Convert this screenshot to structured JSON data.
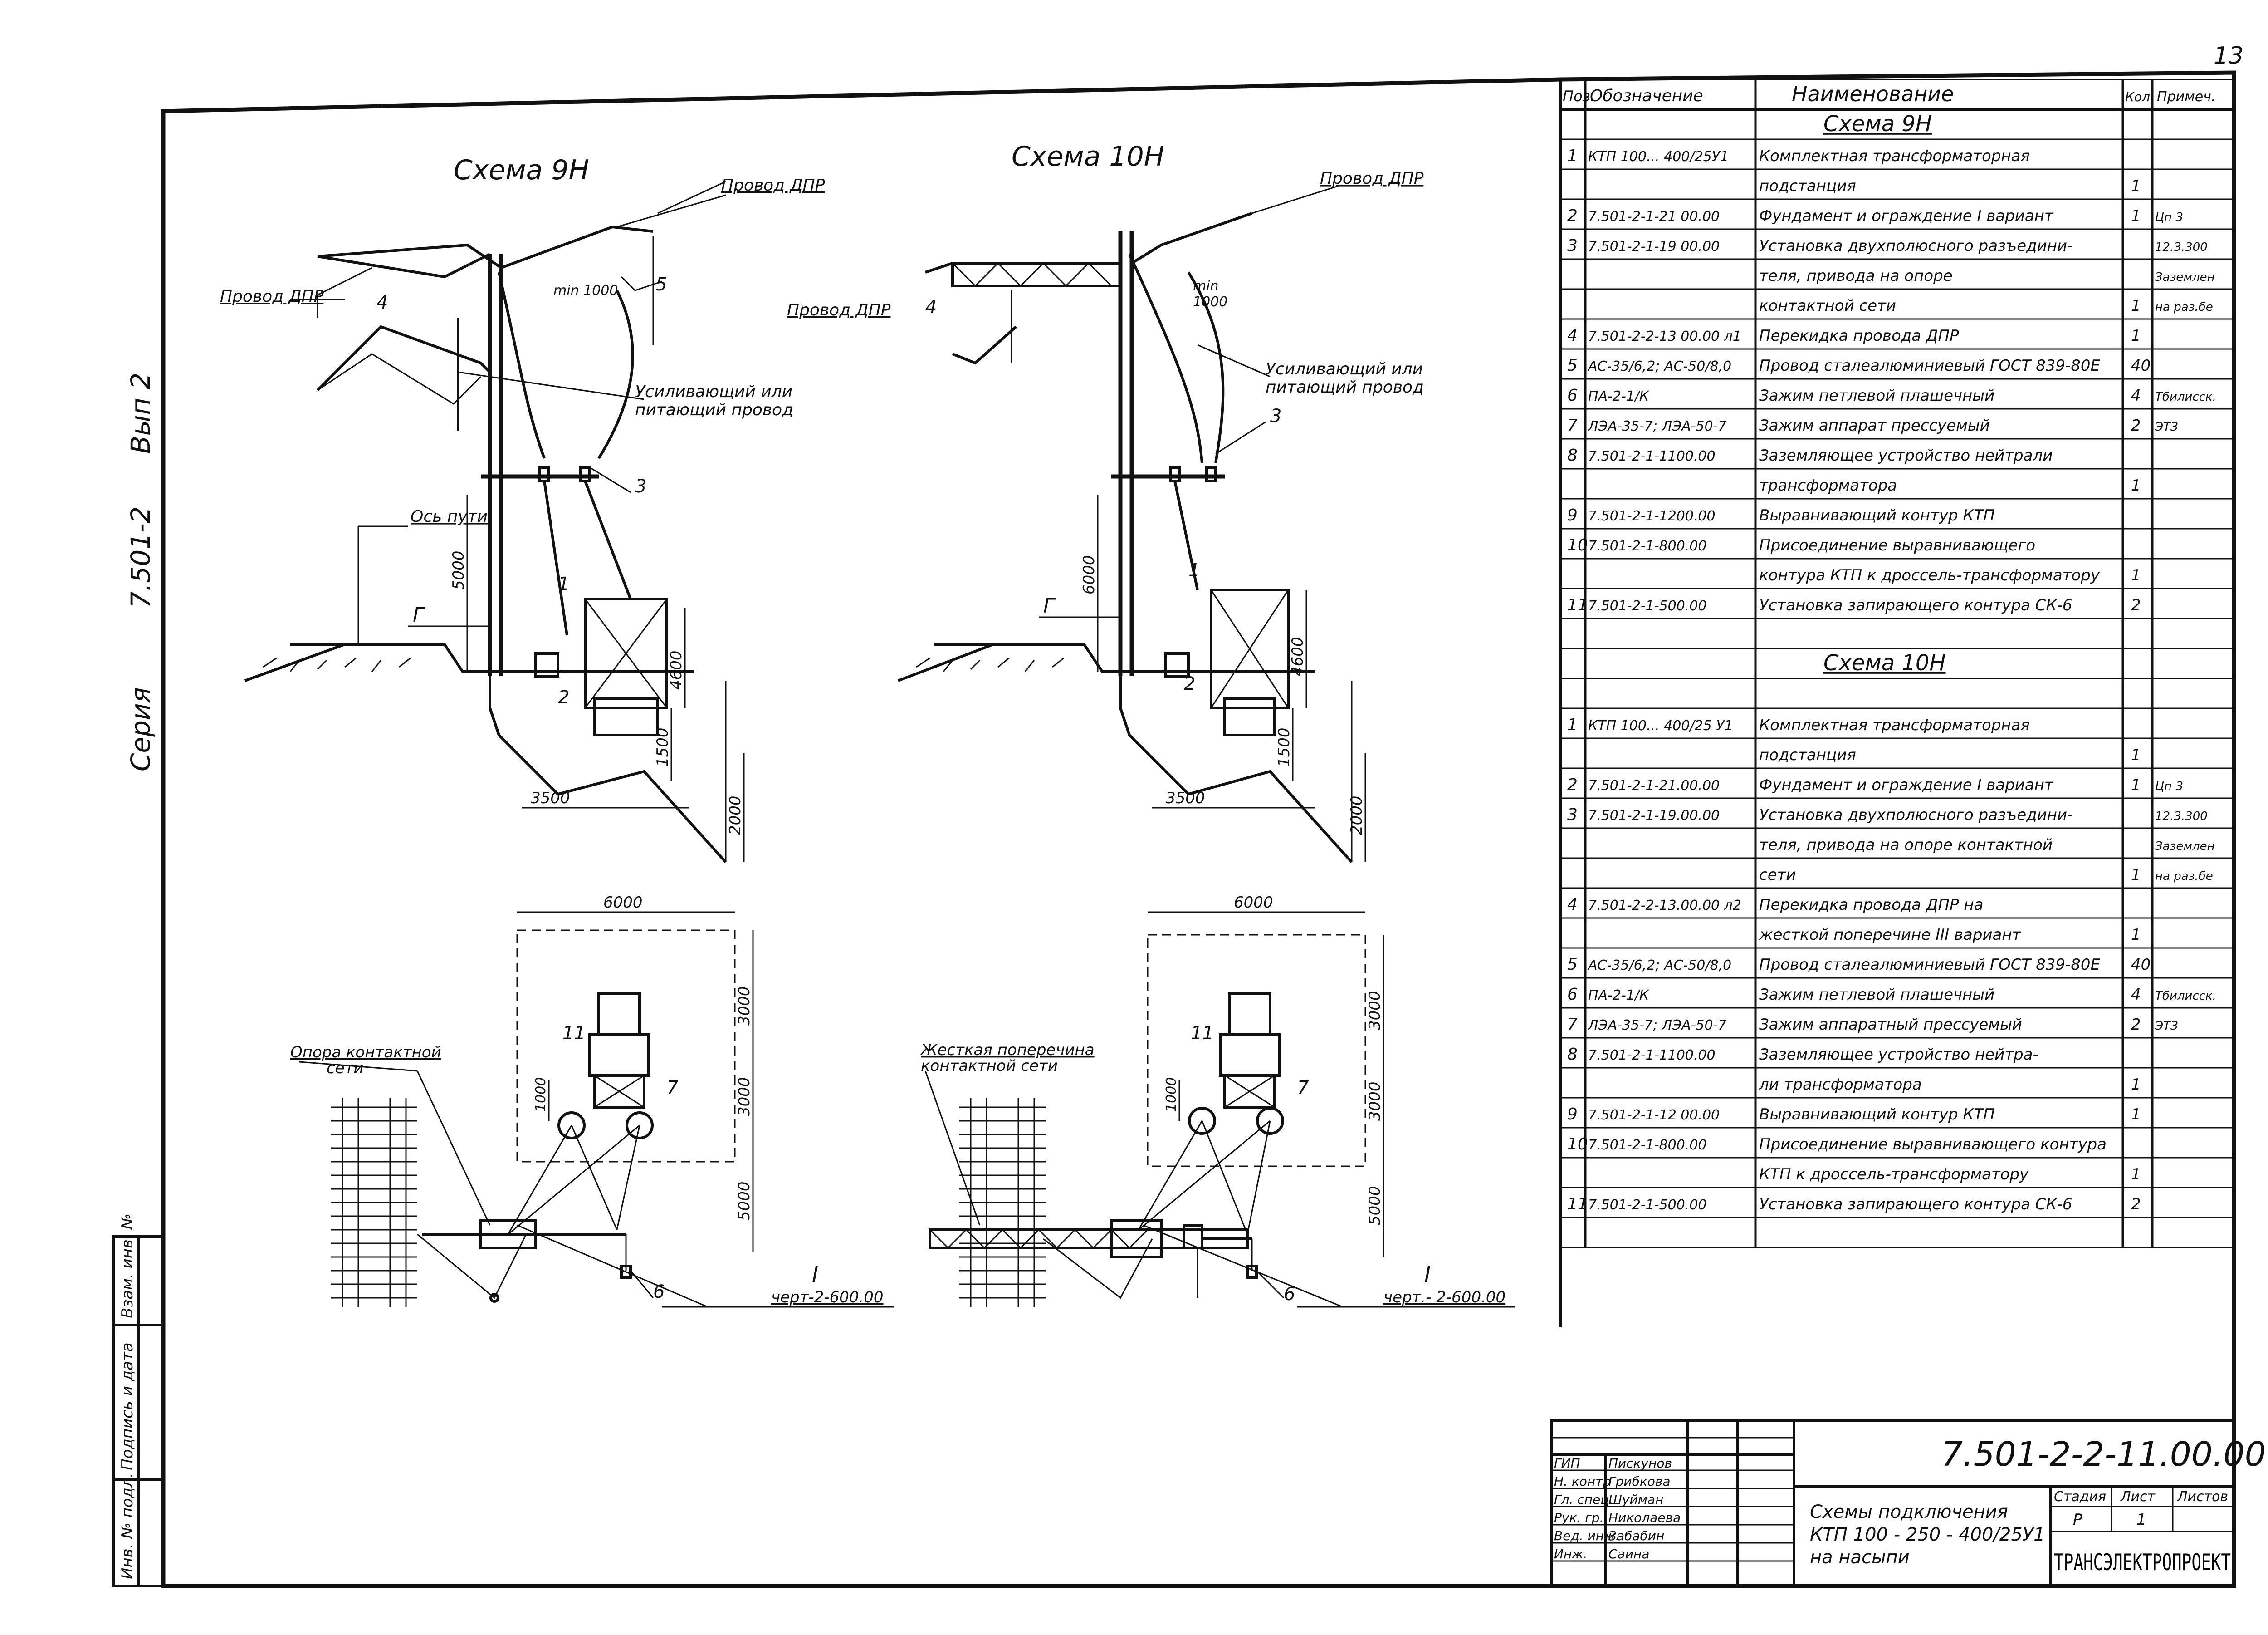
{
  "page_number": "13",
  "series_stamp": {
    "series_label": "Серия",
    "series_value": "7.501-2",
    "issue_label": "Вып 2"
  },
  "schemes": {
    "s9": {
      "title": "Схема 9Н",
      "wire_dpr_left": "Провод ДПР",
      "wire_dpr_right": "Провод ДПР",
      "feeder_label_1": "Усиливающий или",
      "feeder_label_2": "питающий провод",
      "track_axis": "Ось пути",
      "r_label": "Г",
      "dim_5000": "5000",
      "dim_4600": "4600",
      "dim_1500": "1500",
      "dim_2000": "2000",
      "dim_3500": "3500",
      "min_label": "min 1000",
      "callouts": [
        "1",
        "2",
        "3",
        "4",
        "5"
      ],
      "plan_width": "6000",
      "plan_dim_3000a": "3000",
      "plan_dim_3000b": "3000",
      "plan_dim_5000": "5000",
      "plan_dim_1000": "1000",
      "plan_callouts": [
        "11",
        "7",
        "6"
      ],
      "support_label_1": "Опора контактной",
      "support_label_2": "сети",
      "ref_roman": "I",
      "ref_drawing": "черт-2-600.00"
    },
    "s10": {
      "title": "Схема 10Н",
      "wire_dpr_left": "Провод ДПР",
      "wire_dpr_right": "Провод ДПР",
      "feeder_label_1": "Усиливающий или",
      "feeder_label_2": "питающий провод",
      "min_label_1": "min",
      "min_label_2": "1000",
      "dim_6000": "6000",
      "dim_4600": "4600",
      "dim_1500": "1500",
      "dim_2000": "2000",
      "dim_3500": "3500",
      "r_label": "Г",
      "callouts": [
        "1",
        "2",
        "3",
        "4"
      ],
      "plan_width": "6000",
      "plan_dim_3000a": "3000",
      "plan_dim_3000b": "3000",
      "plan_dim_5000": "5000",
      "plan_dim_1000": "1000",
      "plan_callouts": [
        "11",
        "7",
        "6"
      ],
      "crossbar_label_1": "Жесткая поперечина",
      "crossbar_label_2": "контактной сети",
      "ref_roman": "I",
      "ref_drawing": "черт.- 2-600.00"
    }
  },
  "spec_table": {
    "headers": {
      "pos": "Поз.",
      "code": "Обозначение",
      "name": "Наименование",
      "qty": "Кол.",
      "note": "Примеч."
    },
    "section_9": "Схема 9Н",
    "section_10": "Схема 10Н",
    "rows_9": [
      {
        "pos": "1",
        "code": "КТП 100... 400/25У1",
        "name": "Комплектная трансформаторная",
        "qty": "",
        "note": ""
      },
      {
        "pos": "",
        "code": "",
        "name": "подстанция",
        "qty": "1",
        "note": ""
      },
      {
        "pos": "2",
        "code": "7.501-2-1-21 00.00",
        "name": "Фундамент и ограждение I вариант",
        "qty": "1",
        "note": "Цп 3"
      },
      {
        "pos": "3",
        "code": "7.501-2-1-19 00.00",
        "name": "Установка двухполюсного разъедини-",
        "qty": "",
        "note": "12.3.300"
      },
      {
        "pos": "",
        "code": "",
        "name": "теля, привода на опоре",
        "qty": "",
        "note": "Заземлен"
      },
      {
        "pos": "",
        "code": "",
        "name": "контактной сети",
        "qty": "1",
        "note": "на раз.бе"
      },
      {
        "pos": "4",
        "code": "7.501-2-2-13 00.00 л1",
        "name": "Перекидка провода ДПР",
        "qty": "1",
        "note": ""
      },
      {
        "pos": "5",
        "code": "АС-35/6,2; АС-50/8,0",
        "name": "Провод сталеалюминиевый ГОСТ 839-80Е",
        "qty": "40",
        "note": ""
      },
      {
        "pos": "6",
        "code": "ПА-2-1/К",
        "name": "Зажим петлевой плашечный",
        "qty": "4",
        "note": "Тбилисск."
      },
      {
        "pos": "7",
        "code": "ЛЭА-35-7; ЛЭА-50-7",
        "name": "Зажим аппарат прессуемый",
        "qty": "2",
        "note": "ЭТЗ"
      },
      {
        "pos": "8",
        "code": "7.501-2-1-1100.00",
        "name": "Заземляющее устройство нейтрали",
        "qty": "",
        "note": ""
      },
      {
        "pos": "",
        "code": "",
        "name": "трансформатора",
        "qty": "1",
        "note": ""
      },
      {
        "pos": "9",
        "code": "7.501-2-1-1200.00",
        "name": "Выравнивающий контур КТП",
        "qty": "",
        "note": ""
      },
      {
        "pos": "10",
        "code": "7.501-2-1-800.00",
        "name": "Присоединение выравнивающего",
        "qty": "",
        "note": ""
      },
      {
        "pos": "",
        "code": "",
        "name": "контура КТП к дроссель-трансформатору",
        "qty": "1",
        "note": ""
      },
      {
        "pos": "11",
        "code": "7.501-2-1-500.00",
        "name": "Установка запирающего контура СК-6",
        "qty": "2",
        "note": ""
      }
    ],
    "rows_10": [
      {
        "pos": "1",
        "code": "КТП 100... 400/25 У1",
        "name": "Комплектная трансформаторная",
        "qty": "",
        "note": ""
      },
      {
        "pos": "",
        "code": "",
        "name": "подстанция",
        "qty": "1",
        "note": ""
      },
      {
        "pos": "2",
        "code": "7.501-2-1-21.00.00",
        "name": "Фундамент и ограждение I вариант",
        "qty": "1",
        "note": "Цп 3"
      },
      {
        "pos": "3",
        "code": "7.501-2-1-19.00.00",
        "name": "Установка двухполюсного разъедини-",
        "qty": "",
        "note": "12.3.300"
      },
      {
        "pos": "",
        "code": "",
        "name": "теля, привода на опоре контактной",
        "qty": "",
        "note": "Заземлен"
      },
      {
        "pos": "",
        "code": "",
        "name": "сети",
        "qty": "1",
        "note": "на раз.бе"
      },
      {
        "pos": "4",
        "code": "7.501-2-2-13.00.00 л2",
        "name": "Перекидка провода ДПР на",
        "qty": "",
        "note": ""
      },
      {
        "pos": "",
        "code": "",
        "name": "жесткой поперечине III вариант",
        "qty": "1",
        "note": ""
      },
      {
        "pos": "5",
        "code": "АС-35/6,2; АС-50/8,0",
        "name": "Провод сталеалюминиевый ГОСТ 839-80Е",
        "qty": "40",
        "note": ""
      },
      {
        "pos": "6",
        "code": "ПА-2-1/К",
        "name": "Зажим петлевой плашечный",
        "qty": "4",
        "note": "Тбилисск."
      },
      {
        "pos": "7",
        "code": "ЛЭА-35-7; ЛЭА-50-7",
        "name": "Зажим аппаратный прессуемый",
        "qty": "2",
        "note": "ЭТЗ"
      },
      {
        "pos": "8",
        "code": "7.501-2-1-1100.00",
        "name": "Заземляющее устройство нейтра-",
        "qty": "",
        "note": ""
      },
      {
        "pos": "",
        "code": "",
        "name": "ли трансформатора",
        "qty": "1",
        "note": ""
      },
      {
        "pos": "9",
        "code": "7.501-2-1-12 00.00",
        "name": "Выравнивающий контур КТП",
        "qty": "1",
        "note": ""
      },
      {
        "pos": "10",
        "code": "7.501-2-1-800.00",
        "name": "Присоединение выравнивающего контура",
        "qty": "",
        "note": ""
      },
      {
        "pos": "",
        "code": "",
        "name": "КТП к дроссель-трансформатору",
        "qty": "1",
        "note": ""
      },
      {
        "pos": "11",
        "code": "7.501-2-1-500.00",
        "name": "Установка запирающего контура СК-6",
        "qty": "2",
        "note": ""
      }
    ]
  },
  "left_stamp": [
    "Инв. № подл.",
    "Подпись и дата",
    "Взам. инв. №"
  ],
  "title_block": {
    "doc_code": "7.501-2-2-11.00.00",
    "title_1": "Схемы подключения",
    "title_2": "КТП 100 - 250 - 400/25У1",
    "title_3": "на насыпи",
    "stage_label": "Стадия",
    "sheet_label": "Лист",
    "sheets_label": "Листов",
    "stage_value": "Р",
    "sheet_value": "1",
    "org": "ТРАНСЭЛЕКТРОПРОЕКТ",
    "people": [
      {
        "role": "ГИП",
        "name": "Пискунов"
      },
      {
        "role": "Н. контр",
        "name": "Грибкова"
      },
      {
        "role": "Гл. спец.",
        "name": "Шуйман"
      },
      {
        "role": "Рук. гр.",
        "name": "Николаева"
      },
      {
        "role": "Вед. инж.",
        "name": "Забабин"
      },
      {
        "role": "Инж.",
        "name": "Саина"
      }
    ]
  }
}
